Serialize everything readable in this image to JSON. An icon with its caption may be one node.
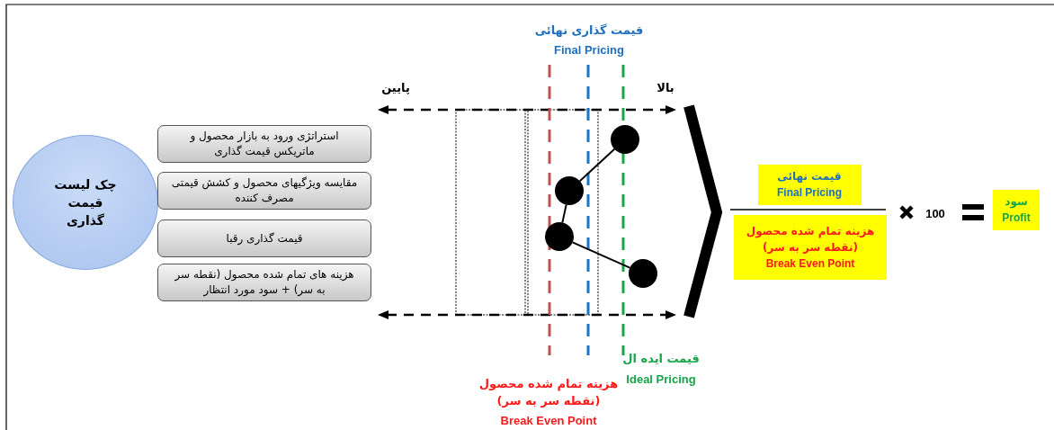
{
  "diagram": {
    "nodes": [
      {
        "text": [
          "چک لیست قیمت گذاری"
        ]
      },
      {
        "text": [
          "استراتژی ورود به بازار محصول و ماتریکس قیمت گذاری"
        ]
      },
      {
        "text": [
          "مقایسه ویژگیهای محصول و کشش قیمتی مصرف کننده"
        ]
      },
      {
        "text": [
          "قیمت گذاری رقبا"
        ]
      },
      {
        "text": [
          "هزینه های تمام شده محصول (نقطه سر به سر) + سود مورد انتظار"
        ]
      },
      {
        "text": [],
        "shape": "circle"
      },
      {
        "text": [],
        "shape": "circle"
      },
      {
        "text": [],
        "shape": "circle"
      },
      {
        "text": [],
        "shape": "circle"
      },
      {
        "text": [
          "قیمت نهائی",
          "Final Pricing"
        ]
      },
      {
        "text": [
          "هزینه تمام شده محصول (نقطه سر به سر)",
          "Break Even Point"
        ]
      },
      {
        "text": [
          "سود",
          "Profit"
        ]
      }
    ],
    "edges": [
      {
        "from": 5,
        "to": 6,
        "arrow": "none"
      },
      {
        "from": 6,
        "to": 7,
        "arrow": "none"
      },
      {
        "from": 7,
        "to": 8,
        "arrow": "none"
      }
    ],
    "labels": [
      "قیمت گذاری نهائی",
      "Final Pricing",
      "پایین",
      "بالا",
      "قیمت ایده ال",
      "Ideal Pricing",
      "هزینه تمام شده محصول (نقطه سر به سر)",
      "Break Even Point",
      "100"
    ]
  }
}
